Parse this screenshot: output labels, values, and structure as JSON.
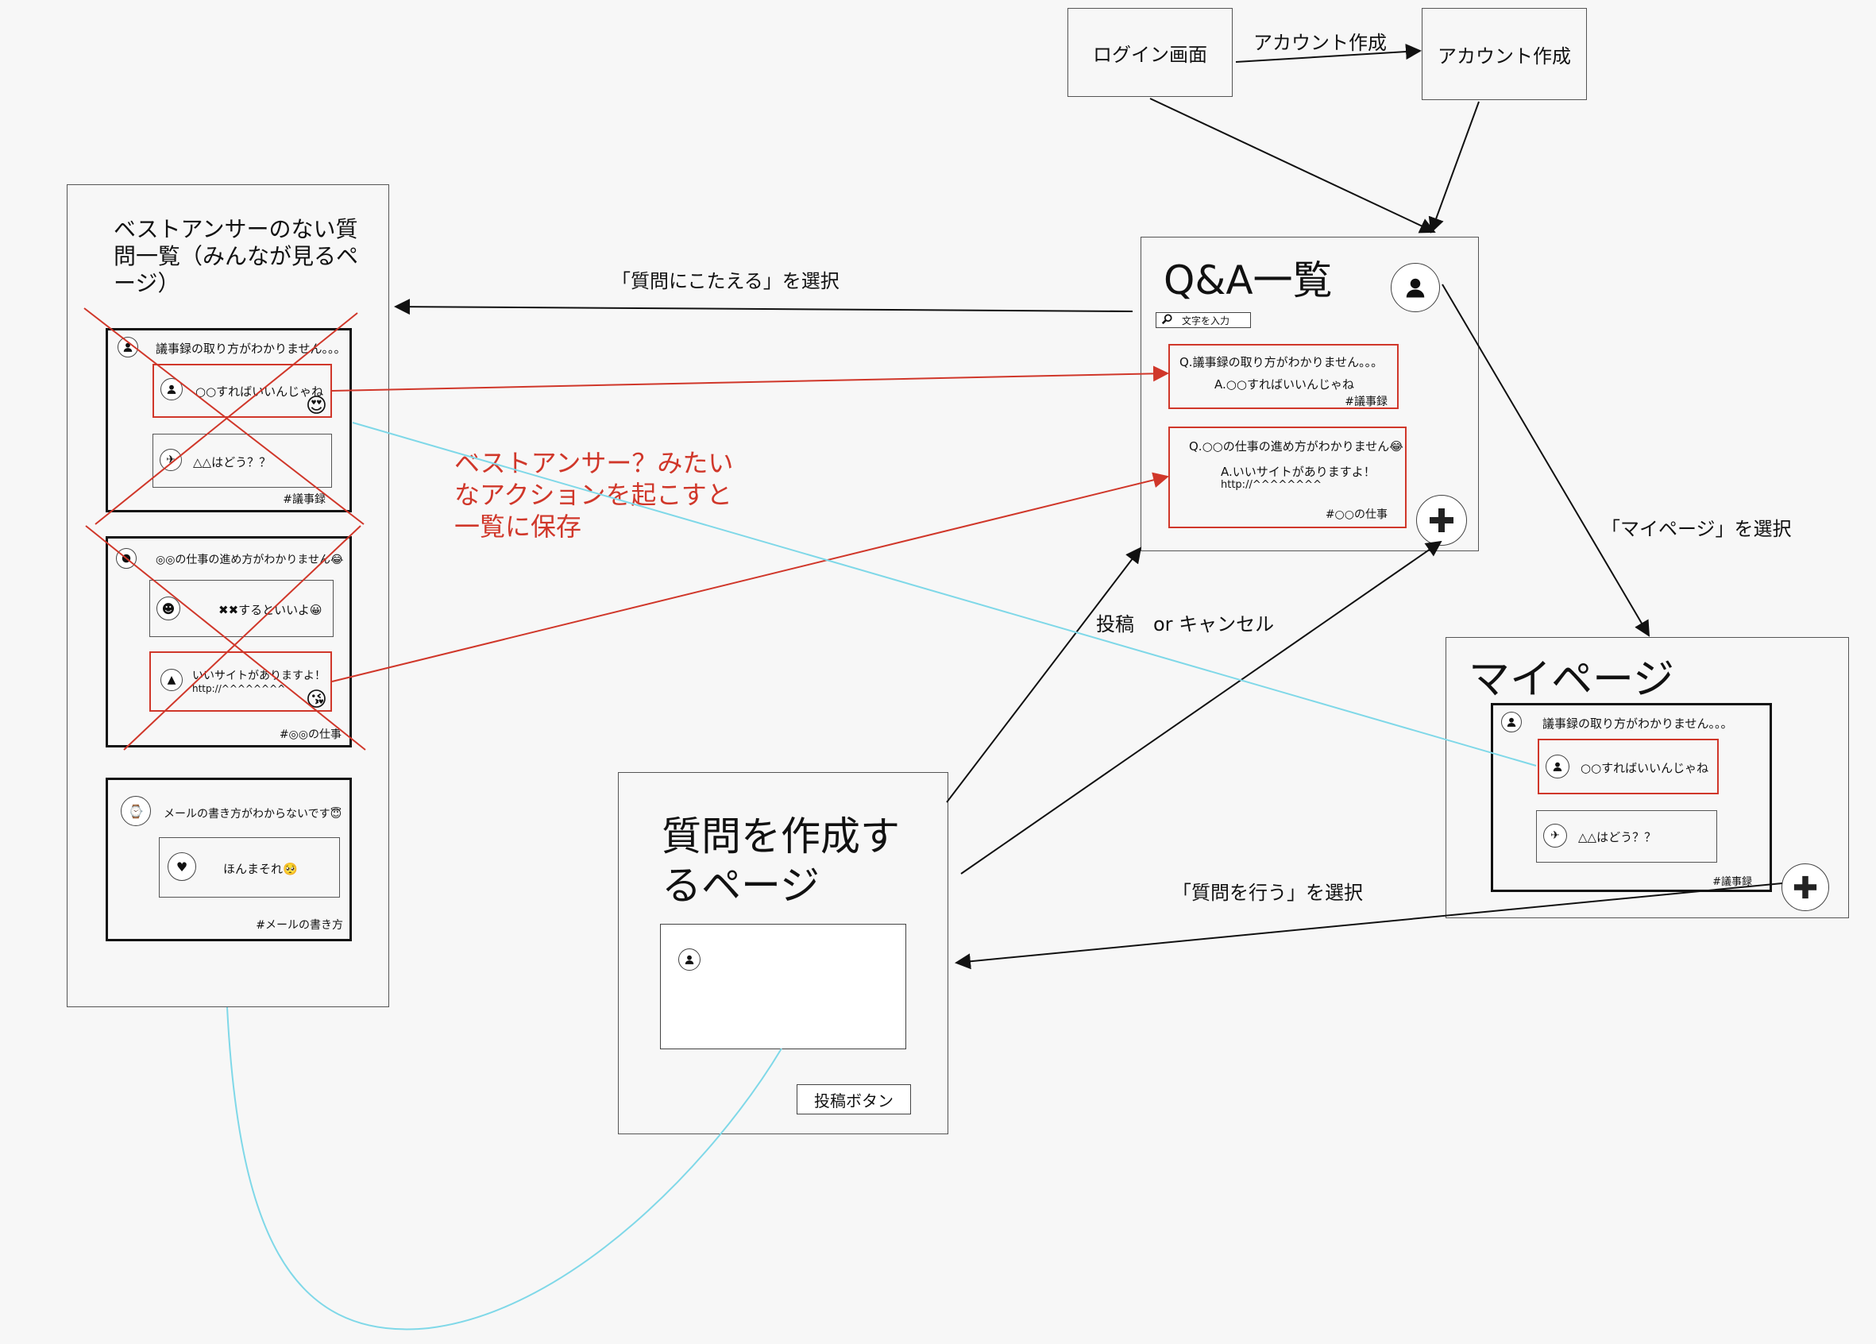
{
  "login": {
    "label": "ログイン画面"
  },
  "account": {
    "label": "アカウント作成"
  },
  "edges": {
    "account_create": "アカウント作成",
    "answer_select": "「質問にこたえる」を選択",
    "mypage_select": "「マイページ」を選択",
    "post_cancel": "投稿　or キャンセル",
    "ask_select": "「質問を行う」を選択"
  },
  "note": {
    "line1": "ベストアンサー？みたい",
    "line2": "なアクションを起こすと",
    "line3": "一覧に保存"
  },
  "unanswered": {
    "title_line1": "ベストアンサーのない質",
    "title_line2": "問一覧（みんなが見るペ",
    "title_line3": "ージ）",
    "card1": {
      "question": "議事録の取り方がわかりません。。。",
      "answer1": "○○すればいいんじゃね",
      "answer2": "△△はどう？？",
      "tag": "#議事録"
    },
    "card2": {
      "question": "◎◎の仕事の進め方がわかりません😂",
      "answer1": "✖✖するといいよ😀",
      "answer2_line1": "いいサイトがありますよ！",
      "answer2_line2": "http://^^^^^^^^",
      "tag": "#◎◎の仕事"
    },
    "card3": {
      "question": "メールの書き方がわからないです😇",
      "answer1": "ほんまそれ🥺",
      "tag": "#メールの書き方"
    }
  },
  "qa": {
    "title": "Q&A一覧",
    "search_placeholder": "文字を入力",
    "card1": {
      "q": "Q.議事録の取り方がわかりません。。。",
      "a": "A.○○すればいいんじゃね",
      "tag": "#議事録"
    },
    "card2": {
      "q": "Q.○○の仕事の進め方がわかりません😂",
      "a_line1": "A.いいサイトがありますよ！",
      "a_line2": "http://^^^^^^^^",
      "tag": "#○○の仕事"
    }
  },
  "mypage": {
    "title": "マイページ",
    "question": "議事録の取り方がわかりません。。。",
    "answer1": "○○すればいいんじゃね",
    "answer2": "△△はどう？？",
    "tag": "#議事録"
  },
  "create": {
    "title_line1": "質問を作成す",
    "title_line2": "るページ",
    "post_button": "投稿ボタン"
  },
  "colors": {
    "red": "#d0372a",
    "cyan": "#7fd8e8",
    "line": "#111111"
  }
}
